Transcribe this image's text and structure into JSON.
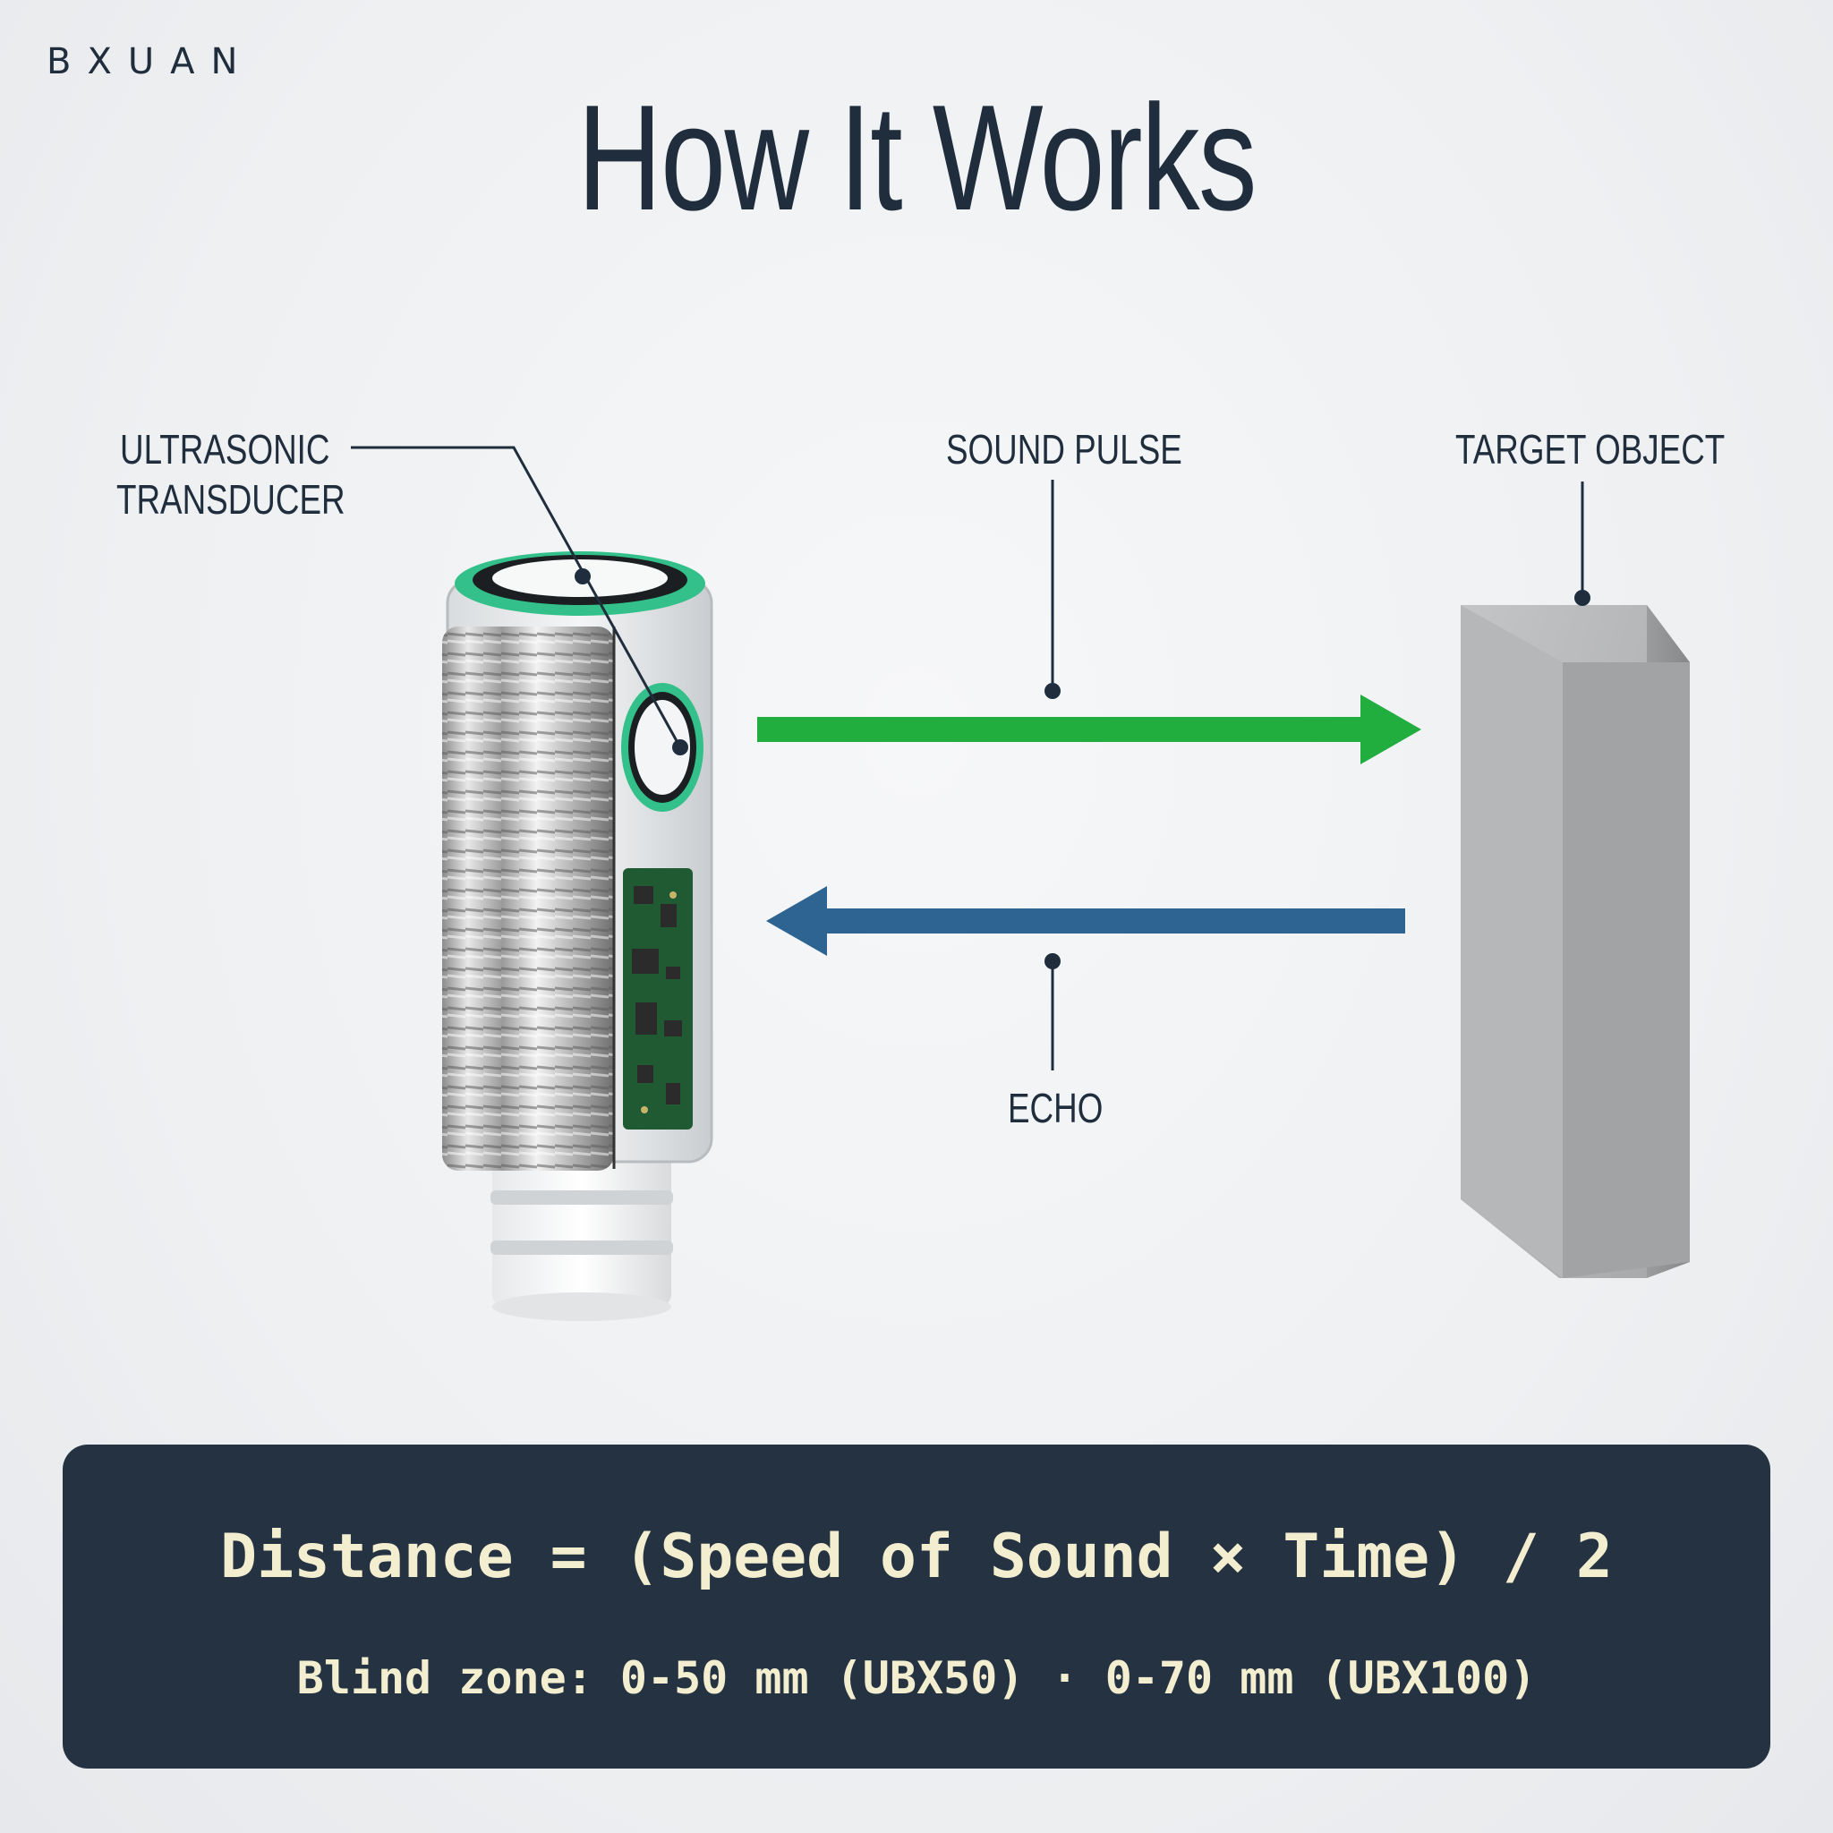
{
  "brand": "BXUAN",
  "title": "How It Works",
  "labels": {
    "transducer_line1": "ULTRASONIC",
    "transducer_line2": "TRANSDUCER",
    "sound_pulse": "SOUND PULSE",
    "target_object": "TARGET OBJECT",
    "echo": "ECHO"
  },
  "colors": {
    "pulse_arrow": "#22ad3f",
    "echo_arrow": "#2d6491",
    "transducer_ring": "#34c08a",
    "text": "#1f2d3d",
    "panel_bg": "#243241",
    "panel_text": "#f3eecf"
  },
  "panel": {
    "formula": "Distance = (Speed of Sound × Time) / 2",
    "blind_zone": "Blind zone: 0-50 mm (UBX50) · 0-70 mm (UBX100)"
  }
}
